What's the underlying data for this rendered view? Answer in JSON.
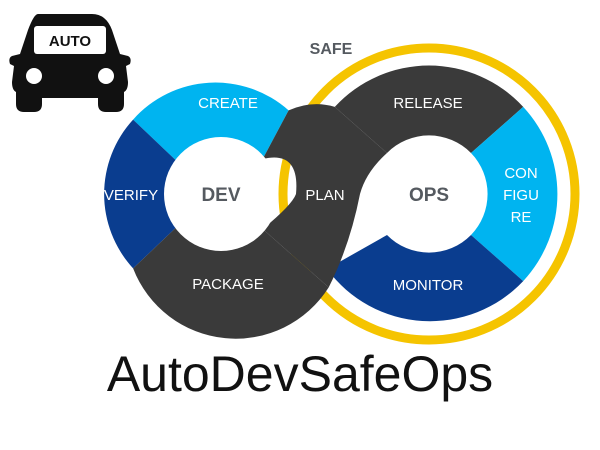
{
  "title": "AutoDevSafeOps",
  "car_badge": "AUTO",
  "safe_label": "SAFE",
  "hubs": {
    "left": "DEV",
    "right": "OPS"
  },
  "segments": {
    "create": "CREATE",
    "verify": "VERIFY",
    "package": "PACKAGE",
    "plan": "PLAN",
    "release": "RELEASE",
    "configure_lines": [
      "CON",
      "FIGU",
      "RE"
    ],
    "monitor": "MONITOR"
  },
  "colors": {
    "light_blue": "#00b4f0",
    "dark_blue": "#0a3d8f",
    "charcoal": "#3a3a3a",
    "safe_ring": "#f5c400",
    "hub_text": "#555a60",
    "car": "#111111"
  }
}
